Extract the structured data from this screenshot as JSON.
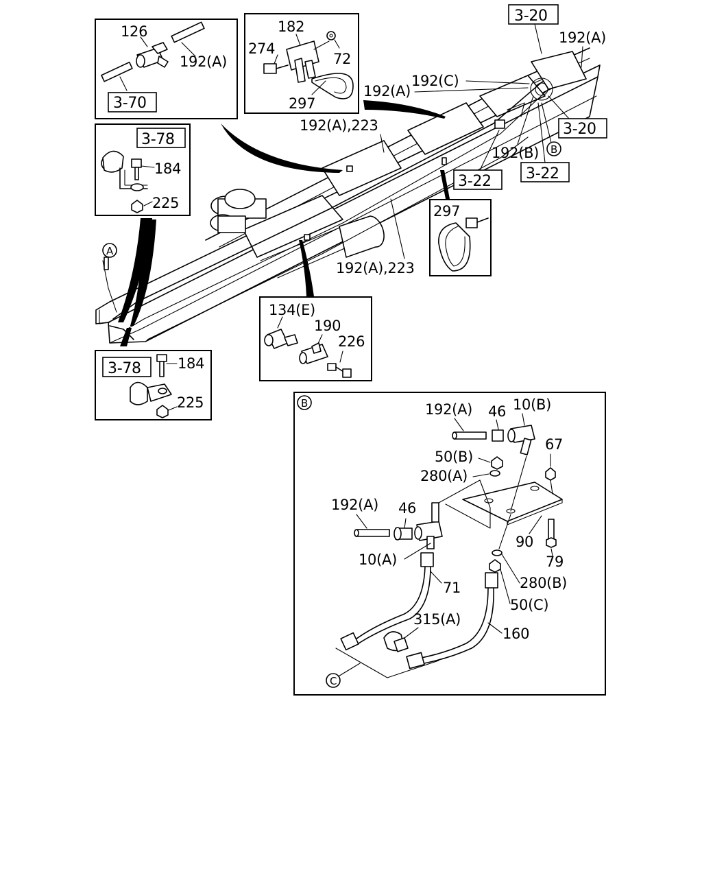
{
  "callouts": {
    "c126": "126",
    "c192a_tl": "192(A)",
    "ref_3_70": "3-70",
    "c182": "182",
    "c274": "274",
    "c72": "72",
    "c297_top": "297",
    "ref_3_20_top": "3-20",
    "c192a_top_right": "192(A)",
    "c192c": "192(C)",
    "c192a_mid": "192(A)",
    "ref_3_20_right": "3-20",
    "c192a_223_top": "192(A),223",
    "c192b": "192(B)",
    "circle_b_top": "B",
    "ref_3_22_left": "3-22",
    "ref_3_22_right": "3-22",
    "ref_3_78_top": "3-78",
    "c184_top": "184",
    "c225_top": "225",
    "c297_box": "297",
    "circle_a": "A",
    "c192a_223_bottom": "192(A),223",
    "c134e": "134(E)",
    "c190": "190",
    "c226": "226",
    "ref_3_78_bottom": "3-78",
    "c184_bottom": "184",
    "c225_bottom": "225"
  },
  "detail_b": {
    "label": "B",
    "c192a_1": "192(A)",
    "c46_1": "46",
    "c10b": "10(B)",
    "c67": "67",
    "c50b": "50(B)",
    "c280a": "280(A)",
    "c192a_2": "192(A)",
    "c46_2": "46",
    "c90": "90",
    "c79": "79",
    "c10a": "10(A)",
    "c71": "71",
    "c280b": "280(B)",
    "c50c": "50(C)",
    "c315a": "315(A)",
    "c160": "160",
    "circle_c": "C"
  }
}
